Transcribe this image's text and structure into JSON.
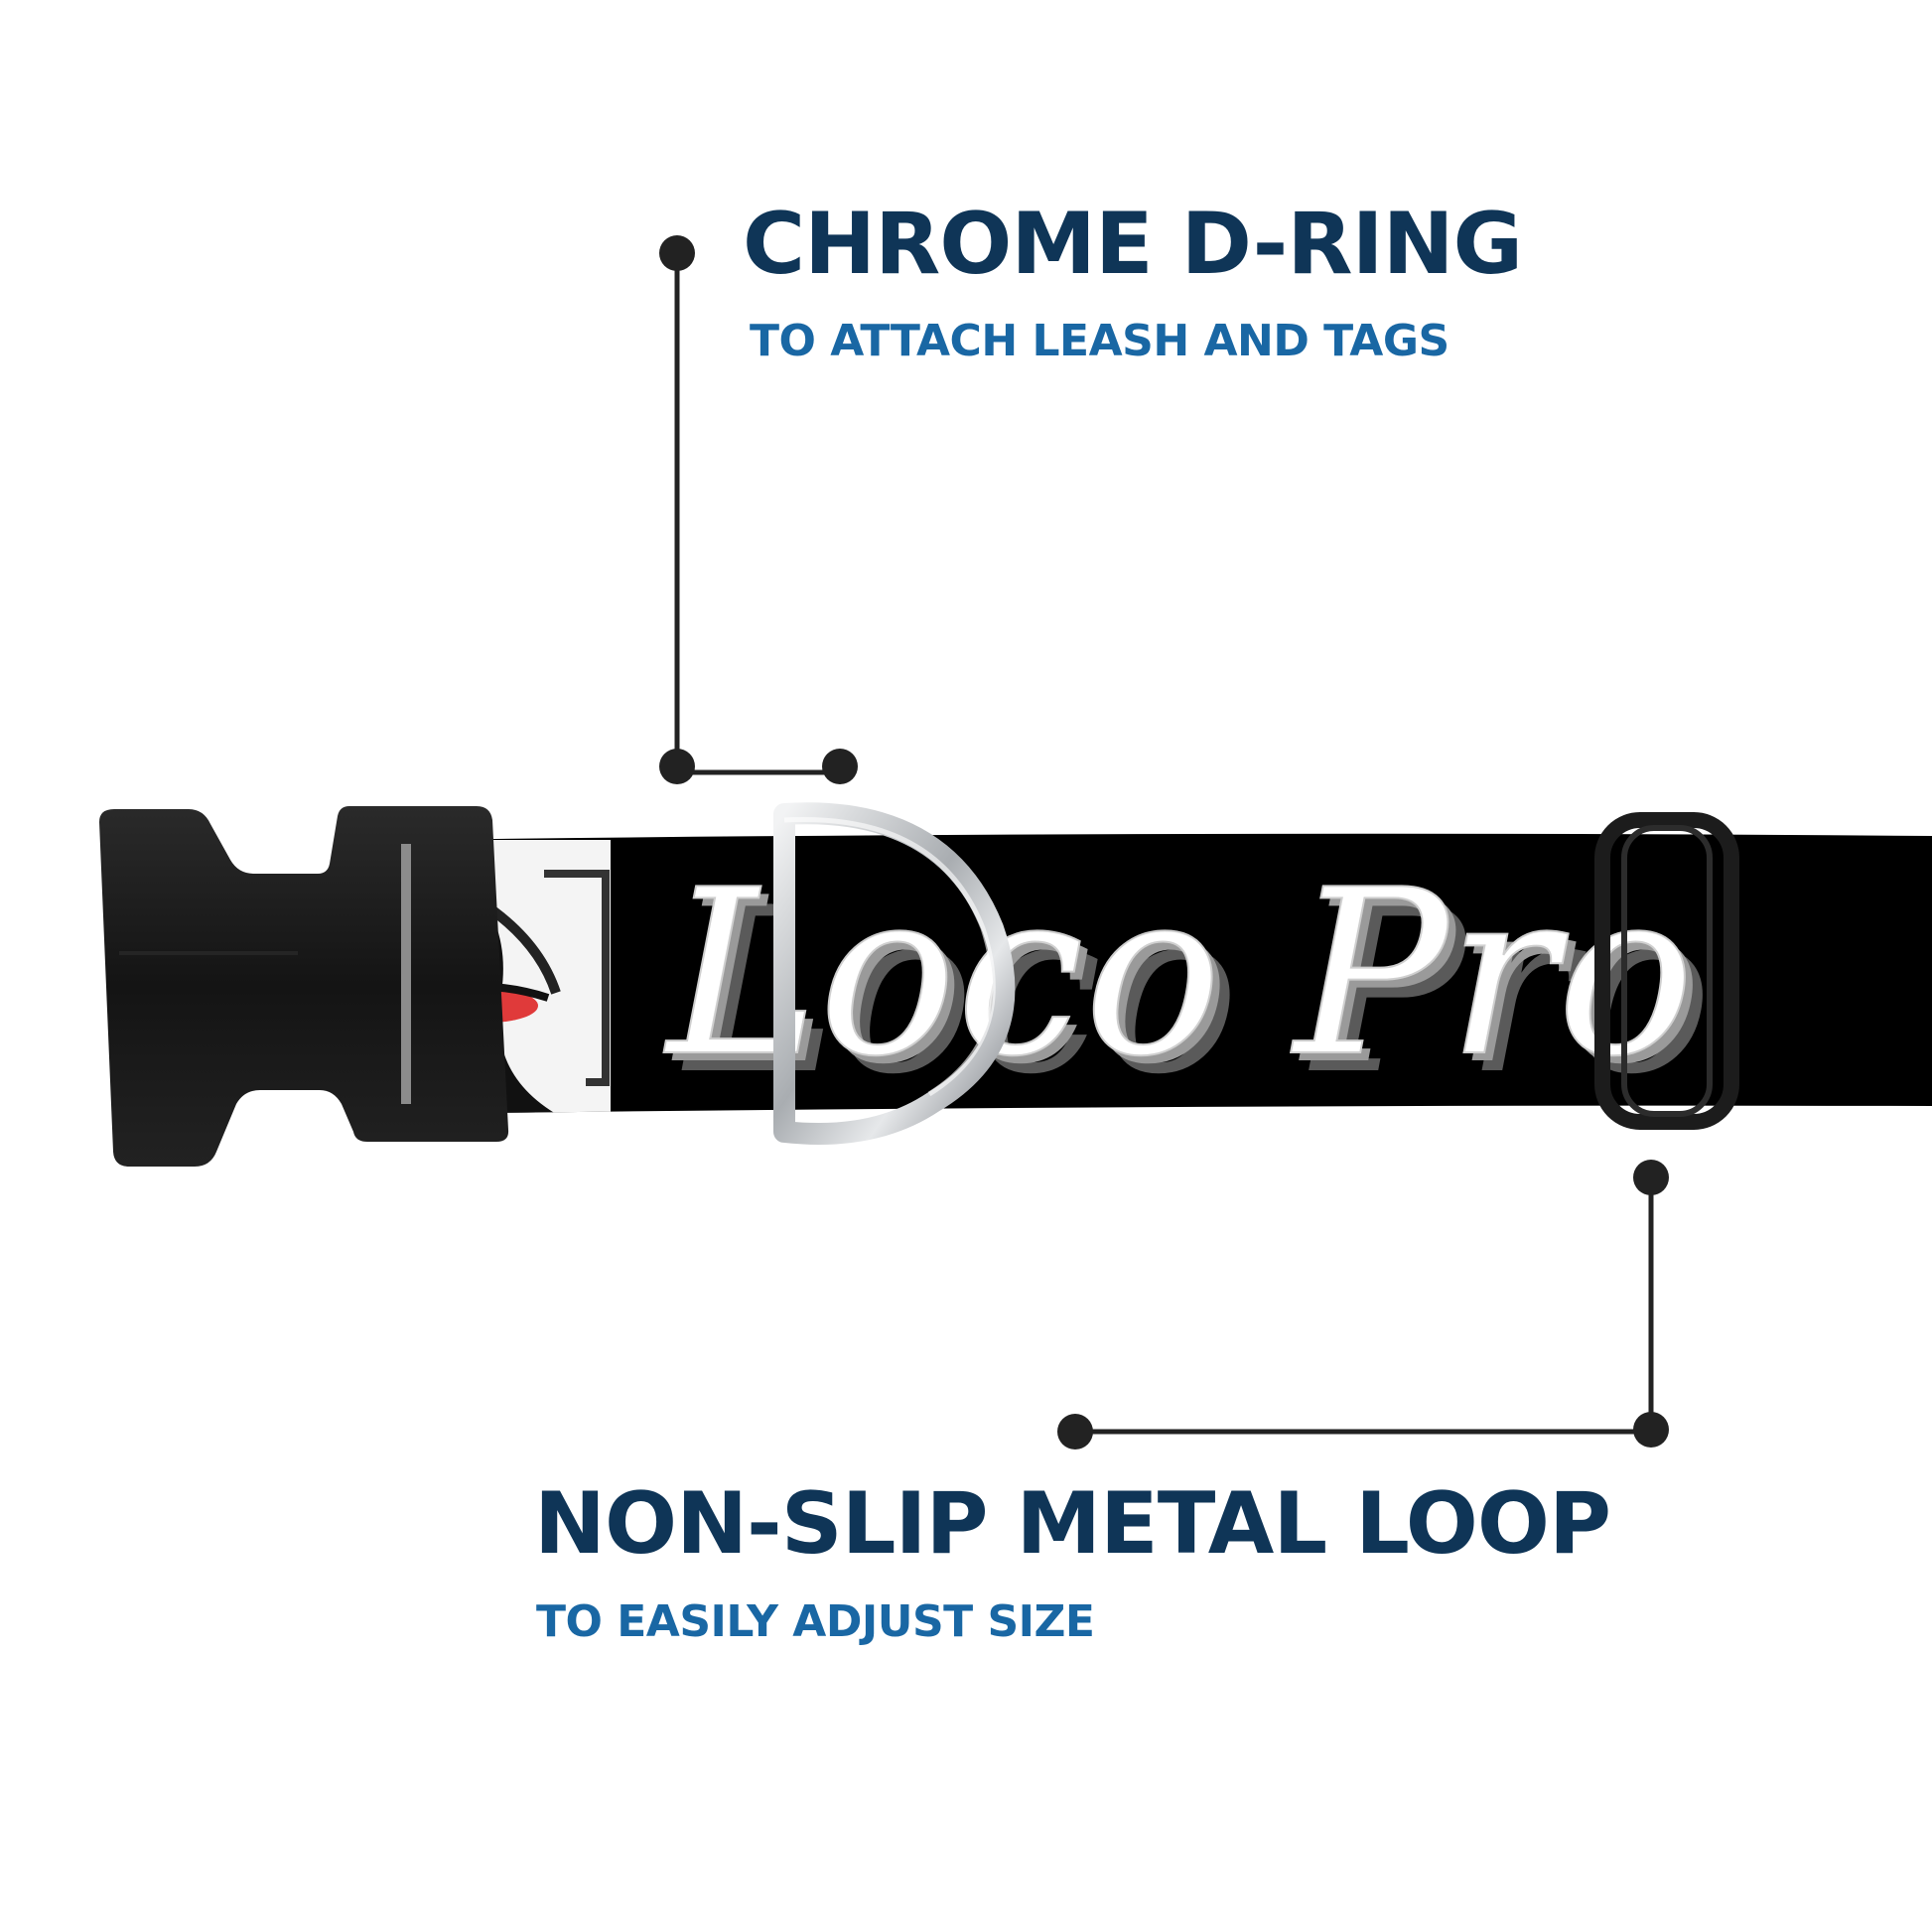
{
  "features": [
    {
      "title": "CHROME D-RING",
      "subtitle": "TO ATTACH LEASH AND TAGS"
    },
    {
      "title": "NON-SLIP METAL LOOP",
      "subtitle": "TO EASILY ADJUST SIZE"
    }
  ],
  "collar": {
    "print_text": "Loco Pro",
    "webbing_color": "#000000",
    "print_color": "#ffffff",
    "accent_color": "#e03a3a",
    "buckle_color": "#1a1a1a",
    "dring_color": "#b9bcbf"
  },
  "colors": {
    "title": "#0f3557",
    "subtitle": "#1967a4",
    "callout": "#222222"
  }
}
